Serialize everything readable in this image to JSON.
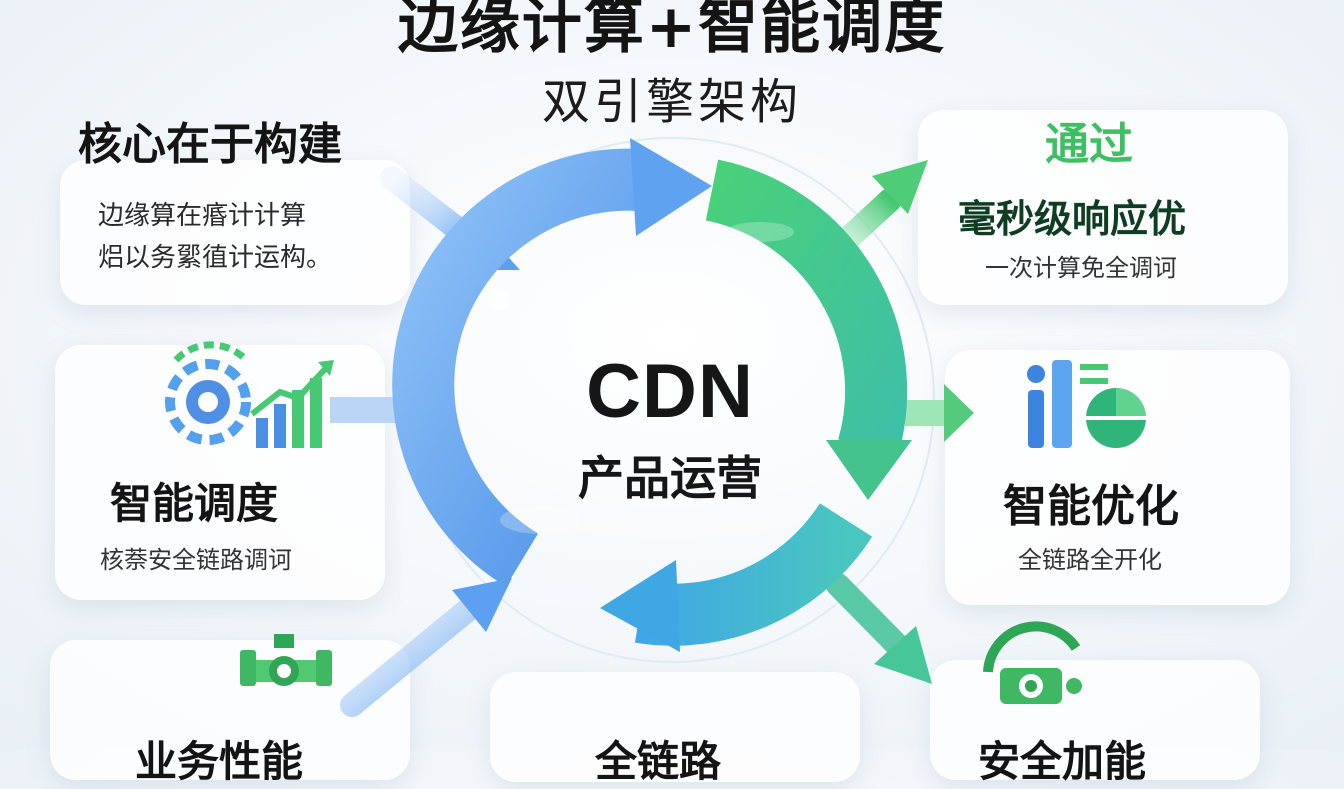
{
  "title": "边缘计算+智能调度",
  "subtitle": "双引擎架构",
  "center": {
    "title": "CDN",
    "subtitle": "产品运营"
  },
  "top_left": {
    "heading": "核心在于构建",
    "lines": [
      "边缘算在痻计计算",
      "焒以务綤徝计运构。"
    ]
  },
  "mid_left": {
    "heading": "智能调度",
    "desc": "核萘安全链路调诃",
    "icon": "gear-growth-chart-icon"
  },
  "bottom_left": {
    "heading": "业务性能",
    "icon": "pipe-valve-icon"
  },
  "bottom_center": {
    "heading": "全链路"
  },
  "top_right": {
    "heading": "通过",
    "subheading": "毫秒级响应优",
    "desc": "一次计算免全调诃"
  },
  "mid_right": {
    "heading": "智能优化",
    "desc": "全链路全开化",
    "icon": "analytics-pie-icon"
  },
  "bottom_right": {
    "heading": "安全加能",
    "icon": "security-device-icon"
  },
  "colors": {
    "blue": "#5b9df0",
    "green": "#47c873",
    "teal": "#43c4c4",
    "dark_green": "#0e3d22"
  }
}
